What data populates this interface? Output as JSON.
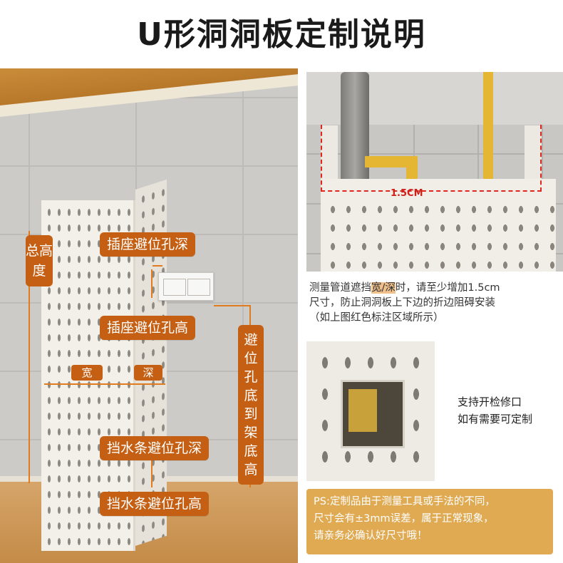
{
  "title": "U形洞洞板定制说明",
  "labels": {
    "total_height": "总高度",
    "socket_depth": "插座避位孔深",
    "socket_height": "插座避位孔高",
    "width": "宽",
    "depth": "深",
    "hole_bottom_to_shelf": "避位孔底到架底高",
    "splash_depth": "挡水条避位孔深",
    "splash_height": "挡水条避位孔高"
  },
  "measure": "1.5CM",
  "description1": {
    "line1_pre": "测量管道遮挡",
    "line1_hl": "宽/深",
    "line1_post": "时，请至少增加1.5cm",
    "line2": "尺寸，防止洞洞板上下边的折边阻碍安装",
    "line3": "（如上图红色标注区域所示）"
  },
  "inspection": {
    "line1": "支持开检修口",
    "line2": "如有需要可定制"
  },
  "ps": {
    "line1": "PS:定制品由于测量工具或手法的不同，",
    "line2": "尺寸会有±3mm误差，属于正常现象，",
    "line3": "请亲务必确认好尺寸哦！"
  }
}
